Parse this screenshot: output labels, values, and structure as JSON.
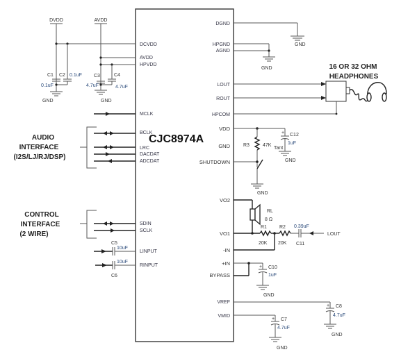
{
  "chip": {
    "name": "CJC8974A",
    "left_pins": [
      "DCVDD",
      "AVDD",
      "HPVDD",
      "MCLK",
      "BCLK",
      "LRC",
      "DACDAT",
      "ADCDAT",
      "SDIN",
      "SCLK",
      "LINPUT",
      "RINPUT"
    ],
    "right_pins": [
      "DGND",
      "HPGND",
      "AGND",
      "LOUT",
      "ROUT",
      "HPCOM",
      "VDD",
      "GND",
      "SHUTDOWN",
      "VO2",
      "VO1",
      "-IN",
      "+IN",
      "BYPASS",
      "VREF",
      "VMID"
    ]
  },
  "power": {
    "dvdd": "DVDD",
    "avdd": "AVDD",
    "gnd": "GND"
  },
  "blocks": {
    "audio_interface": [
      "AUDIO",
      "INTERFACE",
      "(I2S/LJ/RJ/DSP)"
    ],
    "control_interface": [
      "CONTROL",
      "INTERFACE",
      "(2 WIRE)"
    ],
    "headphones": [
      "16 OR 32 OHM",
      "HEADPHONES"
    ]
  },
  "components": {
    "C1": {
      "ref": "C1",
      "value": "0.1uF"
    },
    "C2": {
      "ref": "C2",
      "value": "0.1uF"
    },
    "C3": {
      "ref": "C3",
      "value": "4.7uF"
    },
    "C4": {
      "ref": "C4",
      "value": "4.7uF"
    },
    "C5": {
      "ref": "C5",
      "value": "10uF"
    },
    "C6": {
      "ref": "C6",
      "value": "10uF"
    },
    "C7": {
      "ref": "C7",
      "value": "4.7uF"
    },
    "C8": {
      "ref": "C8",
      "value": "4.7uF"
    },
    "C10": {
      "ref": "C10",
      "value": "1uF"
    },
    "C11": {
      "ref": "C11",
      "value": "0.39uF"
    },
    "C12": {
      "ref": "C12",
      "value": "1uF",
      "note": "Tant"
    },
    "R1": {
      "ref": "R1",
      "value": "20K"
    },
    "R2": {
      "ref": "R2",
      "value": "20K"
    },
    "R3": {
      "ref": "R3",
      "value": "47K"
    },
    "RL": {
      "ref": "RL",
      "value": "8 Ω"
    }
  },
  "signals": {
    "lout_in": "LOUT"
  }
}
